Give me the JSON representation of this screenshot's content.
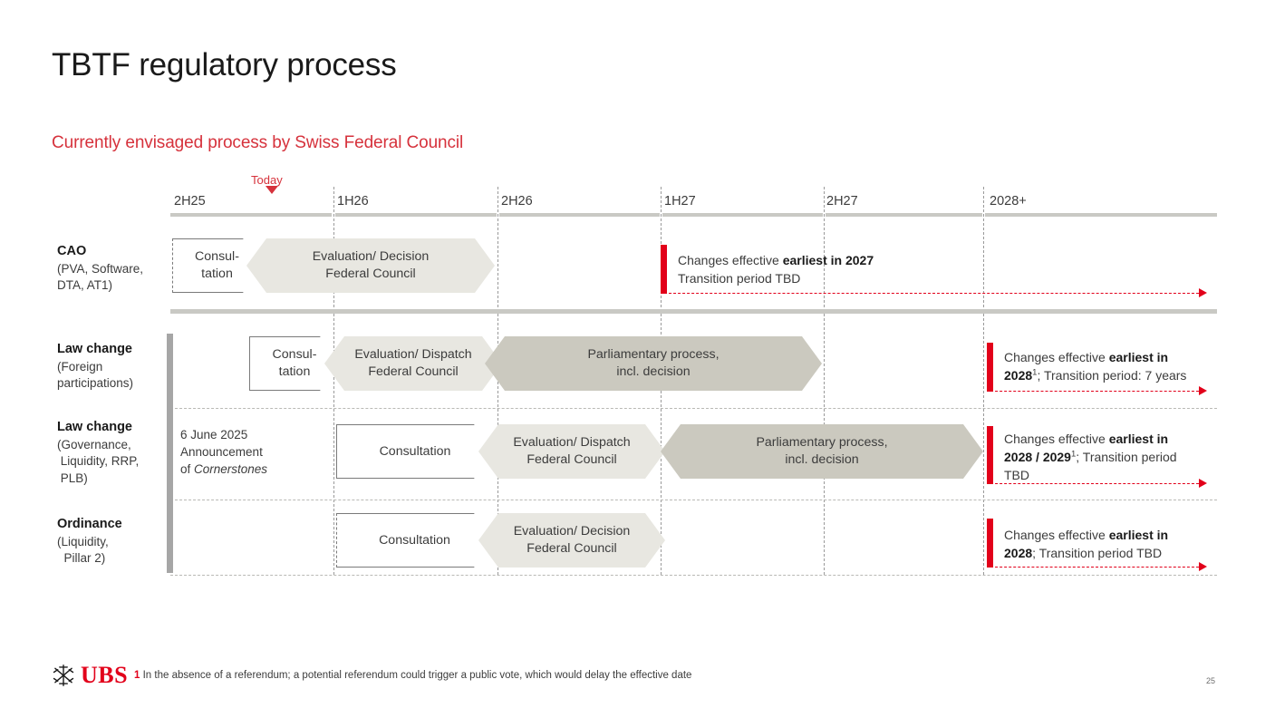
{
  "slide": {
    "title": "TBTF regulatory process",
    "subtitle": "Currently envisaged process by Swiss Federal Council",
    "page_number": "25"
  },
  "timeline": {
    "today_label": "Today",
    "periods": [
      {
        "label": "2H25"
      },
      {
        "label": "1H26"
      },
      {
        "label": "2H26"
      },
      {
        "label": "1H27"
      },
      {
        "label": "2H27"
      },
      {
        "label": "2028+"
      }
    ]
  },
  "rows": [
    {
      "title": "CAO",
      "subtitle": "(PVA, Software, DTA, AT1)",
      "stages": [
        {
          "label": "Consul-\ntation",
          "style": "white-dashed-left"
        },
        {
          "label": "Evaluation/ Decision\nFederal Council",
          "style": "light"
        }
      ],
      "callout": {
        "line1_plain": "Changes effective ",
        "line1_bold": "earliest in 2027",
        "line2": "Transition period TBD"
      }
    },
    {
      "title": "Law change",
      "subtitle": "(Foreign participations)",
      "stages": [
        {
          "label": "Consul-\ntation",
          "style": "white"
        },
        {
          "label": "Evaluation/ Dispatch\nFederal Council",
          "style": "light"
        },
        {
          "label": "Parliamentary process,\nincl. decision",
          "style": "dark"
        }
      ],
      "callout": {
        "line1_plain": "Changes effective ",
        "line1_bold": "earliest in",
        "line2_bold": "2028",
        "line2_sup": "1",
        "line2_plain": "; Transition period: 7 years"
      }
    },
    {
      "title": "Law change",
      "subtitle": "(Governance, Liquidity, RRP, PLB)",
      "note": {
        "line1": "6 June 2025",
        "line2": "Announcement",
        "line3_plain": "of ",
        "line3_italic": "Cornerstones"
      },
      "stages": [
        {
          "label": "Consultation",
          "style": "white"
        },
        {
          "label": "Evaluation/ Dispatch\nFederal Council",
          "style": "light"
        },
        {
          "label": "Parliamentary process,\nincl. decision",
          "style": "dark"
        }
      ],
      "callout": {
        "line1_plain": "Changes effective ",
        "line1_bold": "earliest in",
        "line2_bold": "2028 / 2029",
        "line2_sup": "1",
        "line2_plain": "; Transition period",
        "line3": "TBD"
      }
    },
    {
      "title": "Ordinance",
      "subtitle": "(Liquidity, Pillar 2)",
      "stages": [
        {
          "label": "Consultation",
          "style": "white-dashed-left"
        },
        {
          "label": "Evaluation/ Decision\nFederal Council",
          "style": "light"
        }
      ],
      "callout": {
        "line1_plain": "Changes effective ",
        "line1_bold": "earliest in",
        "line2_bold": "2028",
        "line2_plain": "; Transition period TBD"
      }
    }
  ],
  "footer": {
    "footnote_marker": "1",
    "footnote_text": "In the absence of a referendum; a potential referendum could trigger a public vote, which would delay the effective date",
    "logo_text": "UBS"
  },
  "colors": {
    "brand_red": "#e2001a",
    "subtitle_red": "#d6323c",
    "axis_grey": "#c9c9c4",
    "chevron_light": "#e8e7e1",
    "chevron_dark": "#cbc9bf",
    "bracket_grey": "#a6a6a6"
  }
}
